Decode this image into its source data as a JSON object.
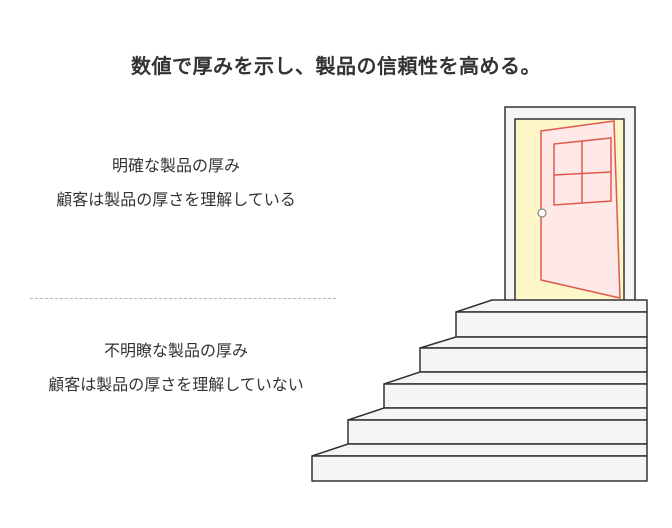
{
  "title": "数値で厚みを示し、製品の信頼性を高める。",
  "top_block": {
    "heading": "明確な製品の厚み",
    "description": "顧客は製品の厚さを理解している"
  },
  "bottom_block": {
    "heading": "不明瞭な製品の厚み",
    "description": "顧客は製品の厚さを理解していない"
  },
  "colors": {
    "step_fill": "#f5f5f5",
    "stroke": "#333333",
    "door_frame_fill": "#fdf6c8",
    "door_fill": "#ffe8e8",
    "door_stroke": "#e05a4e",
    "divider": "#b5b5b5"
  },
  "icons": [
    "staircase-icon",
    "open-door-icon"
  ]
}
